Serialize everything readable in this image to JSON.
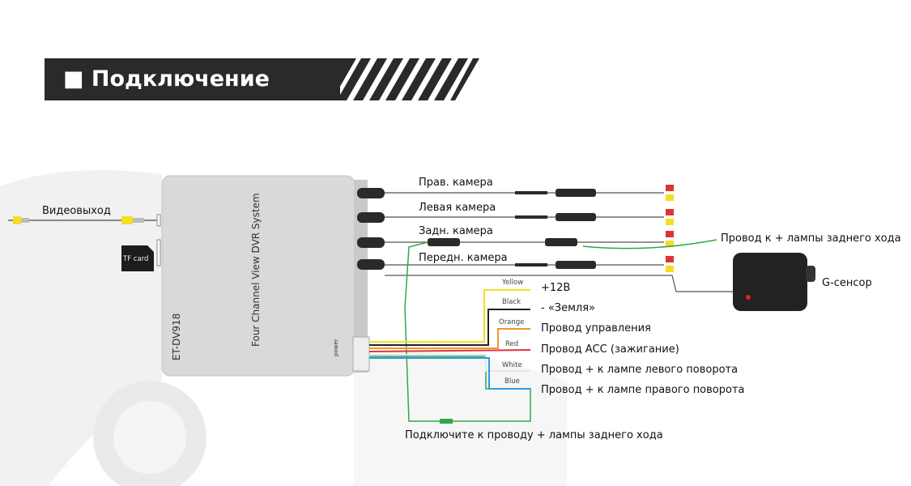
{
  "header": {
    "title": "■ Подключение",
    "bar_color": "#2a2a2a"
  },
  "device": {
    "model": "ET-DV918",
    "name": "Four Channel View DVR System",
    "power_label": "power",
    "tf_card": "TF card"
  },
  "video_out": "Видеовыход",
  "cameras": [
    "Прав. камера",
    "Левая камера",
    "Задн. камера",
    "Передн. камера"
  ],
  "reverse_wire_label": "Провод к + лампы заднего хода",
  "g_sensor": "G-сенсор",
  "wires": [
    {
      "color_name": "Yellow",
      "color": "#f2de24",
      "label": "+12В"
    },
    {
      "color_name": "Black",
      "color": "#222222",
      "label": "- «Земля»"
    },
    {
      "color_name": "Orange",
      "color": "#f0962e",
      "label": "Провод управления"
    },
    {
      "color_name": "Red",
      "color": "#e0323a",
      "label": "Провод АСС (зажигание)"
    },
    {
      "color_name": "White",
      "color": "#e6e6e6",
      "label": "Провод + к лампе левого поворота"
    },
    {
      "color_name": "Blue",
      "color": "#2f9be0",
      "label": "Провод + к лампе правого поворота"
    }
  ],
  "green_wire_color": "#2ea84a",
  "bottom_note": "Подключите к проводу + лампы заднего хода"
}
